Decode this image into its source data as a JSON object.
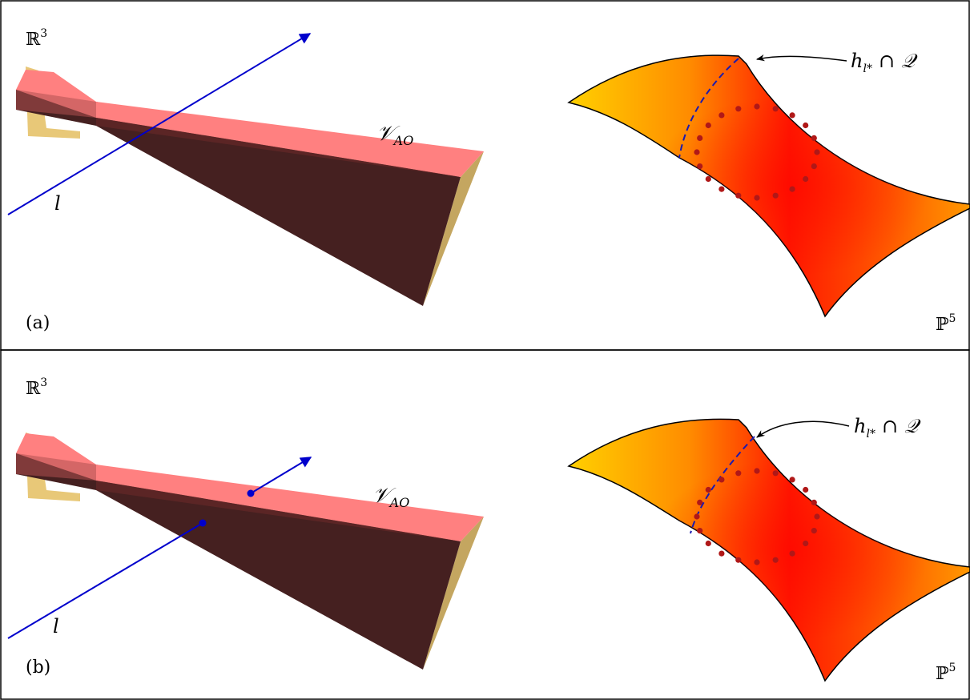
{
  "panels": [
    {
      "id": "a",
      "tag": "(a)",
      "left_space": "ℝ",
      "left_space_exp": "3",
      "right_space": "ℙ",
      "right_space_exp": "5",
      "variety_label": "𝒱",
      "variety_sub": "AO",
      "line_label": "l",
      "hyperplane_h": "h",
      "hyperplane_sub": "l*",
      "intersect_symbol": "∩",
      "quadric_label": "𝒬",
      "line_intersections": 0
    },
    {
      "id": "b",
      "tag": "(b)",
      "left_space": "ℝ",
      "left_space_exp": "3",
      "right_space": "ℙ",
      "right_space_exp": "5",
      "variety_label": "𝒱",
      "variety_sub": "AO",
      "line_label": "l",
      "hyperplane_h": "h",
      "hyperplane_sub": "l*",
      "intersect_symbol": "∩",
      "quadric_label": "𝒬",
      "line_intersections": 2
    }
  ],
  "colors": {
    "solid_top": "#ff8080",
    "solid_dark": "#452020",
    "solid_side": "#c4a660",
    "solid_shadow": "#e8c878",
    "line": "#0000cc",
    "surface_warm": "#ffd000",
    "surface_hot": "#ff1800",
    "dots": "#b01818",
    "border": "#000000"
  }
}
